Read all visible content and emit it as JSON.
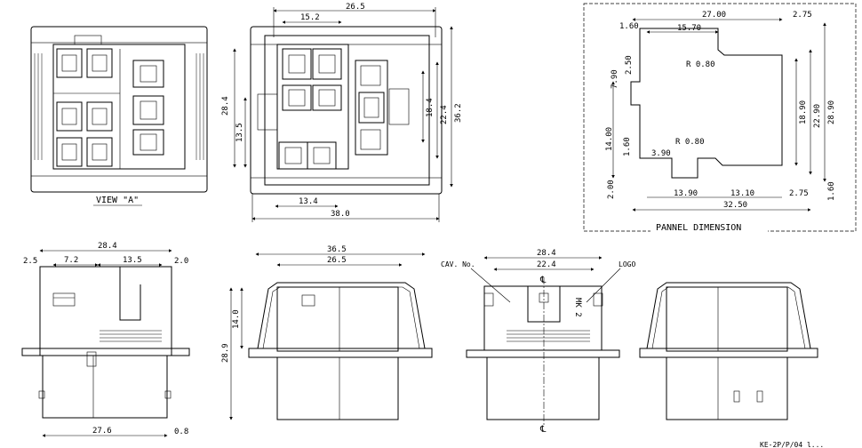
{
  "view_a": {
    "caption": "VIEW \"A\""
  },
  "front_top": {
    "dims": {
      "w_overall": "26.5",
      "w_inner": "15.2",
      "h_left1": "28.4",
      "h_left2": "13.5",
      "h_right1": "18.4",
      "h_right2": "22.4",
      "h_right3": "36.2",
      "w_bottom1": "13.4",
      "w_bottom2": "38.0"
    }
  },
  "panel": {
    "caption": "PANNEL DIMENSION",
    "dims": {
      "d1": "27.00",
      "d2": "2.75",
      "d3": "1.60",
      "d4": "15.70",
      "d5": "7.90",
      "d6": "2.50",
      "r1": "R 0.80",
      "r2": "R 0.80",
      "d7": "14.00",
      "d8": "1.60",
      "d9": "3.90",
      "d10": "18.90",
      "d11": "22.90",
      "d12": "28.90",
      "d13": "2.00",
      "d14": "13.90",
      "d15": "13.10",
      "d16": "2.75",
      "d17": "32.50",
      "d18": "1.60"
    }
  },
  "side_view": {
    "dims": {
      "top": "28.4",
      "a": "2.5",
      "b": "7.2",
      "c": "13.5",
      "d": "2.0",
      "bottom": "27.6",
      "e": "0.8"
    }
  },
  "mid_view": {
    "dims": {
      "top1": "36.5",
      "top2": "26.5",
      "h1": "14.0",
      "h2": "28.9"
    }
  },
  "cav_view": {
    "labels": {
      "cav": "CAV. No.",
      "logo": "LOGO",
      "mark": "MK 2",
      "cl": "℄"
    },
    "dims": {
      "top1": "28.4",
      "top2": "22.4"
    }
  },
  "footer": {
    "note": "KE-2P/P/04 l... "
  }
}
